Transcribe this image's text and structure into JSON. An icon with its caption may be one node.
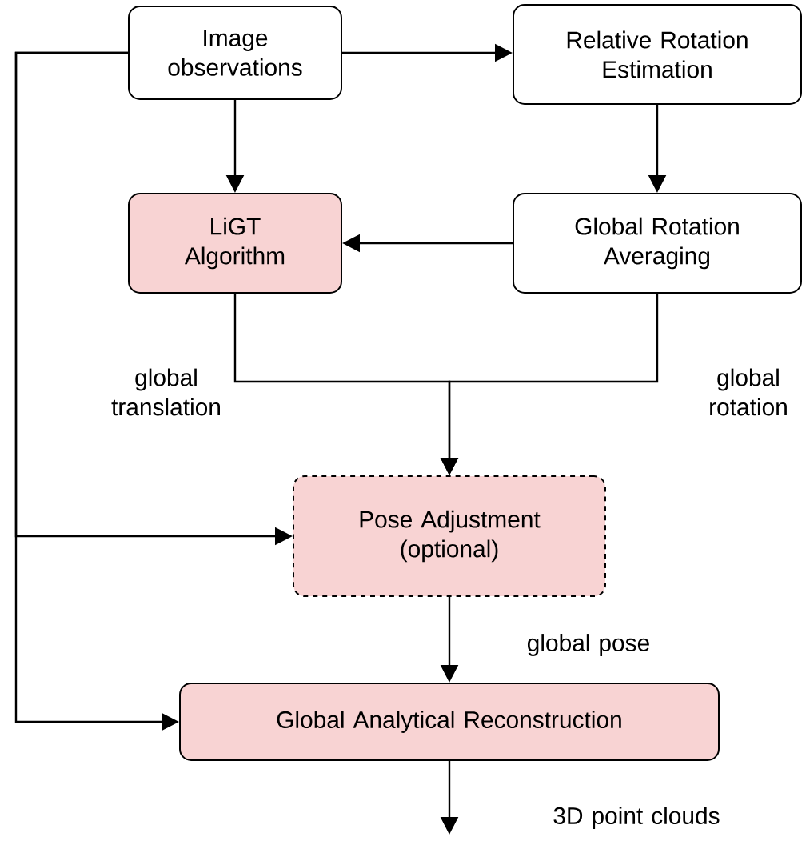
{
  "diagram": {
    "nodes": [
      {
        "text": [
          "Image observations"
        ]
      },
      {
        "text": [
          "Relative Rotation Estimation"
        ]
      },
      {
        "text": [
          "LiGT Algorithm"
        ]
      },
      {
        "text": [
          "Global Rotation Averaging"
        ]
      },
      {
        "text": [
          "Pose Adjustment (optional)"
        ]
      },
      {
        "text": [
          "Global Analytical Reconstruction"
        ]
      }
    ],
    "edges": [
      {
        "from": 0,
        "to": 1,
        "arrow": "to"
      },
      {
        "from": 0,
        "to": 2,
        "arrow": "to"
      },
      {
        "from": 1,
        "to": 3,
        "arrow": "to"
      },
      {
        "from": 3,
        "to": 2,
        "arrow": "to"
      },
      {
        "from": 2,
        "to": 4,
        "arrow": "to",
        "label": "global translation"
      },
      {
        "from": 3,
        "to": 4,
        "arrow": "to",
        "label": "global rotation"
      },
      {
        "from": 0,
        "to": 4,
        "arrow": "to"
      },
      {
        "from": 0,
        "to": 5,
        "arrow": "to"
      },
      {
        "from": 4,
        "to": 5,
        "arrow": "to",
        "label": "global pose"
      },
      {
        "from": 5,
        "to": null,
        "arrow": "to",
        "label": "3D point clouds"
      }
    ]
  }
}
